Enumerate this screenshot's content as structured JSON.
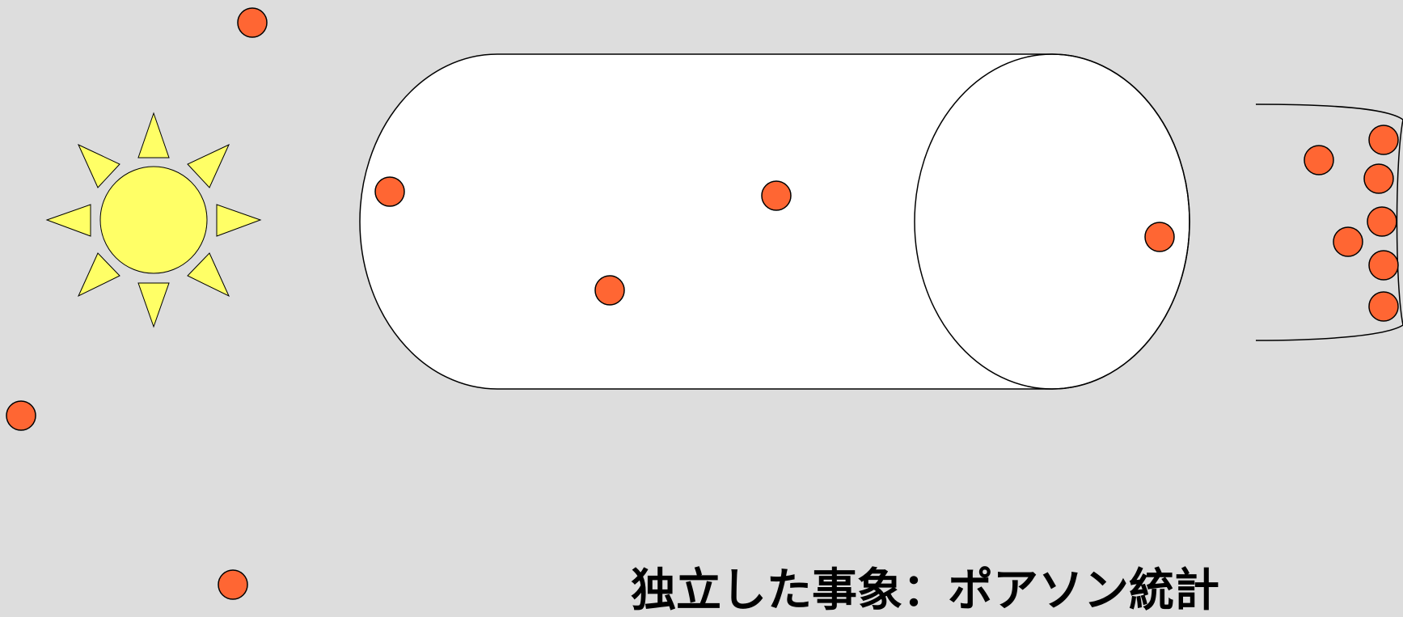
{
  "caption": "独立した事象：ポアソン統計",
  "colors": {
    "background": "#dddddd",
    "sun_fill": "#ffff66",
    "photon_fill": "#ff6633",
    "tube_fill": "#ffffff",
    "stroke": "#000000"
  },
  "icons": {
    "sun": "sun-icon",
    "photon": "photon-dot",
    "tube": "light-tube",
    "detector": "detector-bucket"
  }
}
